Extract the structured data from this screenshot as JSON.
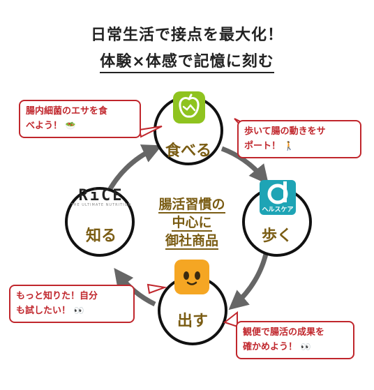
{
  "title": {
    "line1": "日常生活で接点を最大化！",
    "line2": "体験×体感で記憶に刻む"
  },
  "center": {
    "line1": "腸活習慣の",
    "line2": "中心に",
    "line3": "御社商品"
  },
  "nodes": {
    "eat": "食べる",
    "walk": "歩く",
    "poop": "出す",
    "know": "知る"
  },
  "bubbles": {
    "eat_line1": "腸内細菌のエサを食",
    "eat_line2": "べよう！",
    "eat_emoji": "🥗",
    "walk_line1": "歩いて腸の動きをサ",
    "walk_line2": "ポート！",
    "walk_emoji": "🚶",
    "know_line1": "もっと知りた！自分",
    "know_line2": "も試したい！",
    "know_emoji": "👀",
    "poop_line1": "観便で腸活の成果を",
    "poop_line2": "確かめよう！",
    "poop_emoji": "👀"
  },
  "logos": {
    "rice": "RiCE",
    "rice_sub": "THE ULTIMATE NUTRITION",
    "health_care_text": "ヘルスケア",
    "health_care_letter": "d"
  },
  "colors": {
    "accent_brown": "#7a5c13",
    "bubble_red": "#c0262c",
    "ring_gray": "#666666",
    "apple_green": "#8fc31f",
    "dhealth_teal": "#1ea4b5",
    "poop_yellow": "#f5a623"
  }
}
